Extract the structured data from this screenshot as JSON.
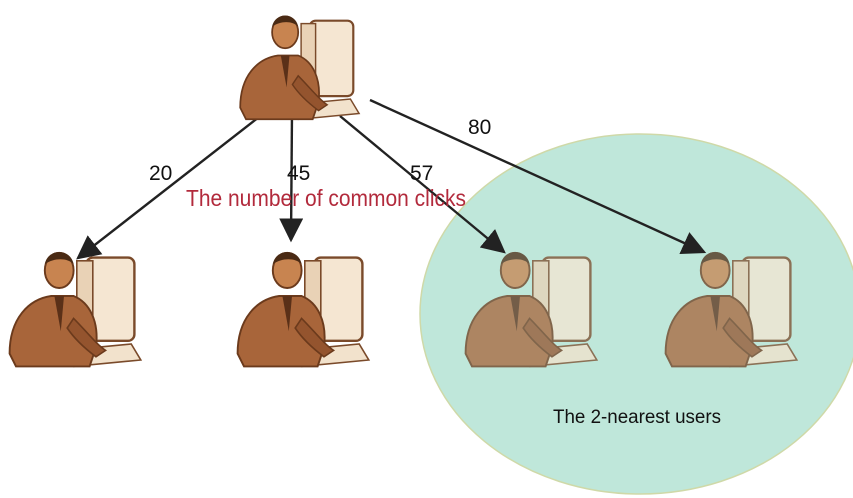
{
  "diagram": {
    "caption": "The number of common clicks",
    "nearest_label": "The 2-nearest users",
    "edges": [
      {
        "from": "source-user",
        "to": "user-1",
        "weight": "20"
      },
      {
        "from": "source-user",
        "to": "user-2",
        "weight": "45"
      },
      {
        "from": "source-user",
        "to": "user-3",
        "weight": "57"
      },
      {
        "from": "source-user",
        "to": "user-4",
        "weight": "80"
      }
    ],
    "users": [
      {
        "id": "source-user",
        "icon": "user-at-computer-icon"
      },
      {
        "id": "user-1",
        "icon": "user-at-computer-icon"
      },
      {
        "id": "user-2",
        "icon": "user-at-computer-icon"
      },
      {
        "id": "user-3",
        "icon": "user-at-computer-icon"
      },
      {
        "id": "user-4",
        "icon": "user-at-computer-icon"
      }
    ],
    "colors": {
      "caption": "#b22a3c",
      "nearest_region": "#bfe7da",
      "nearest_region_stroke": "#cfd9a8",
      "arrow": "#222222",
      "figure": "#9a5a33"
    }
  }
}
